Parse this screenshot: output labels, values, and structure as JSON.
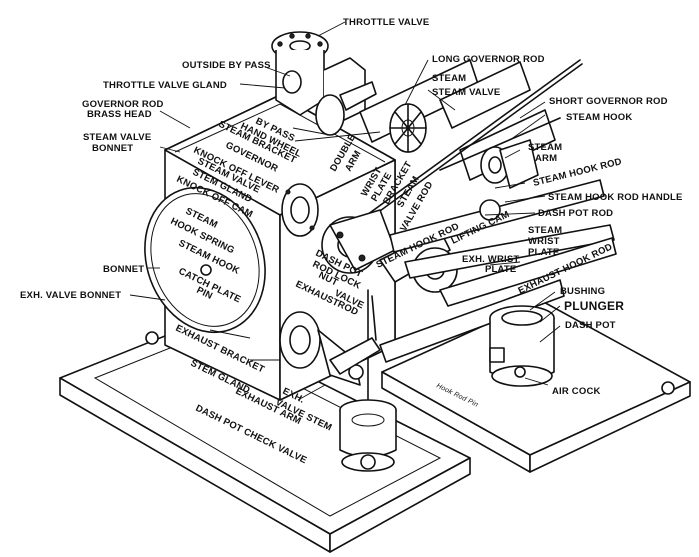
{
  "labels": {
    "throttle_valve": "THROTTLE VALVE",
    "outside_by_pass": "OUTSIDE BY PASS",
    "throttle_valve_gland": "THROTTLE VALVE GLAND",
    "governor_rod_brass_head_1": "GOVERNOR ROD",
    "governor_rod_brass_head_2": "BRASS HEAD",
    "steam_valve_bonnet_1": "STEAM VALVE",
    "steam_valve_bonnet_2": "BONNET",
    "by_pass_hand_wheel_1": "BY PASS",
    "by_pass_hand_wheel_2": "HAND WHEEL",
    "steam_bracket": "STEAM BRACKET",
    "governor_knock_off_lever_1": "GOVERNOR",
    "governor_knock_off_lever_2": "KNOCK OFF LEVER",
    "steam_valve_stem_gland_1": "STEAM VALVE",
    "steam_valve_stem_gland_2": "STEM GLAND",
    "knock_off_cam": "KNOCK OFF CAM",
    "steam_hook_spring_1": "STEAM",
    "steam_hook_spring_2": "HOOK SPRING",
    "steam_hook": "STEAM HOOK",
    "catch_plate_pin_1": "CATCH PLATE",
    "catch_plate_pin_2": "PIN",
    "bonnet": "BONNET",
    "exh_valve_bonnet": "EXH. VALVE BONNET",
    "exhaust_bracket": "EXHAUST BRACKET",
    "stem_gland": "STEM GLAND",
    "exh_valve_stem_1": "EXH.",
    "exh_valve_stem_2": "VALVE STEM",
    "exhaust_arm": "EXHAUST ARM",
    "dash_pot_check_valve": "DASH POT CHECK VALVE",
    "double_arm_1": "DOUBLE",
    "double_arm_2": "ARM",
    "wrist_plate_bracket_1": "WRIST",
    "wrist_plate_bracket_2": "PLATE",
    "wrist_plate_bracket_3": "BRACKET",
    "steam_valve_rod_1": "STEAM",
    "steam_valve_rod_2": "VALVE ROD",
    "dash_pot_rod_lock_nut_1": "DASH POT",
    "dash_pot_rod_lock_nut_2": "ROD LOCK",
    "dash_pot_rod_lock_nut_3": "NUT",
    "exhaust_valve_rod_1": "EXHAUST",
    "exhaust_valve_rod_2": "VALVE",
    "exhaust_valve_rod_3": "ROD",
    "steam_hook_rod_on_arm": "STEAM HOOK ROD",
    "lifting_cam": "LIFTING CAM",
    "exh_wrist_plate_1": "EXH. WRIST",
    "exh_wrist_plate_2": "PLATE",
    "long_governor_rod": "LONG GOVERNOR ROD",
    "steam_1": "STEAM",
    "steam_valve": "STEAM VALVE",
    "short_governor_rod": "SHORT GOVERNOR ROD",
    "steam_hook_right": "STEAM HOOK",
    "steam_arm_1": "STEAM",
    "steam_arm_2": "ARM",
    "steam_hook_rod": "STEAM HOOK ROD",
    "steam_hook_rod_handle": "STEAM HOOK ROD HANDLE",
    "dash_pot_rod": "DASH POT ROD",
    "steam_wrist_plate_1": "STEAM",
    "steam_wrist_plate_2": "WRIST",
    "steam_wrist_plate_3": "PLATE",
    "exhaust_hook_rod": "EXHAUST HOOK ROD",
    "bushing": "BUSHING",
    "plunger": "PLUNGER",
    "dash_pot": "DASH POT",
    "air_cock": "AIR COCK",
    "hook_rod_pin": "Hook Rod Pin"
  }
}
